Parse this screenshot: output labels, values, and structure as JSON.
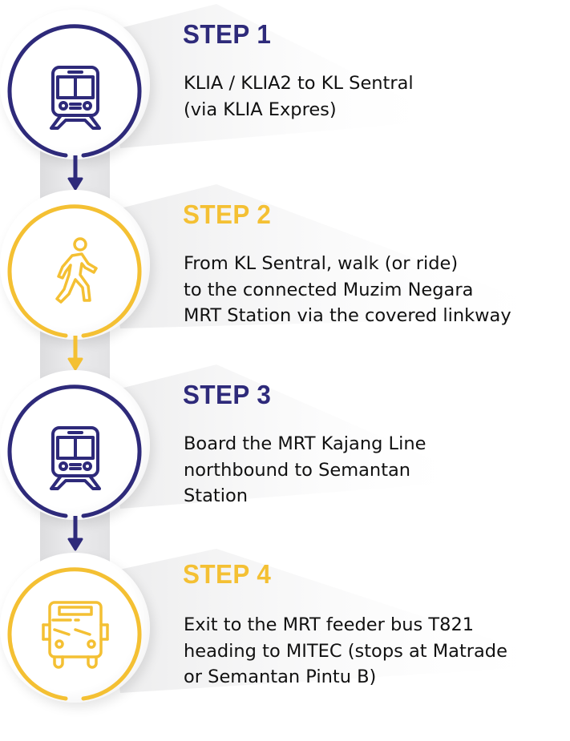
{
  "colors": {
    "navy": "#2e2a7a",
    "yellow": "#f4c033",
    "text": "#111111"
  },
  "steps": [
    {
      "heading": "STEP 1",
      "color": "navy",
      "icon": "train-icon",
      "lines": [
        "KLIA / KLIA2 to KL Sentral",
        "(via KLIA Expres)"
      ]
    },
    {
      "heading": "STEP 2",
      "color": "yellow",
      "icon": "walking-person-icon",
      "lines": [
        "From KL Sentral, walk (or ride)",
        "to the connected Muzim Negara",
        "MRT Station via the covered linkway"
      ]
    },
    {
      "heading": "STEP 3",
      "color": "navy",
      "icon": "train-icon",
      "lines": [
        "Board the MRT Kajang Line",
        "northbound to Semantan",
        "Station"
      ]
    },
    {
      "heading": "STEP 4",
      "color": "yellow",
      "icon": "bus-icon",
      "lines": [
        "Exit to the MRT feeder bus T821",
        "heading to MITEC (stops at Matrade",
        "or Semantan Pintu B)"
      ]
    }
  ]
}
